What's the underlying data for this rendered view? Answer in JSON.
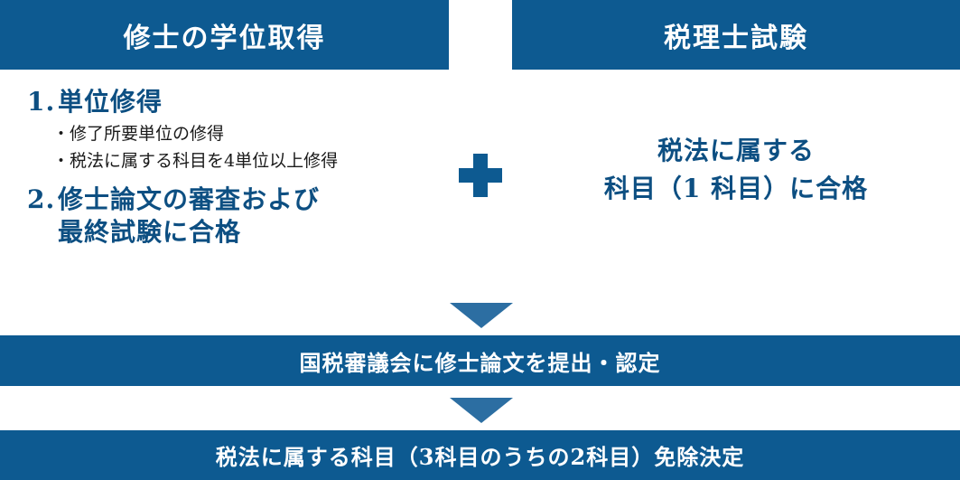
{
  "headers": {
    "left": "修士の学位取得",
    "right": "税理士試験"
  },
  "left": {
    "item1": {
      "number": "1.",
      "title": "単位修得"
    },
    "subitems": [
      "・修了所要単位の修得",
      "・税法に属する科目を4単位以上修得"
    ],
    "item2": {
      "number": "2.",
      "title_line1": "修士論文の審査および",
      "title_line2": "最終試験に合格"
    }
  },
  "right": {
    "line1": "税法に属する",
    "line2": "科目（1 科目）に合格"
  },
  "flow": {
    "step1": "国税審議会に修士論文を提出・認定",
    "step2": "税法に属する科目（3科目のうちの2科目）免除決定"
  }
}
